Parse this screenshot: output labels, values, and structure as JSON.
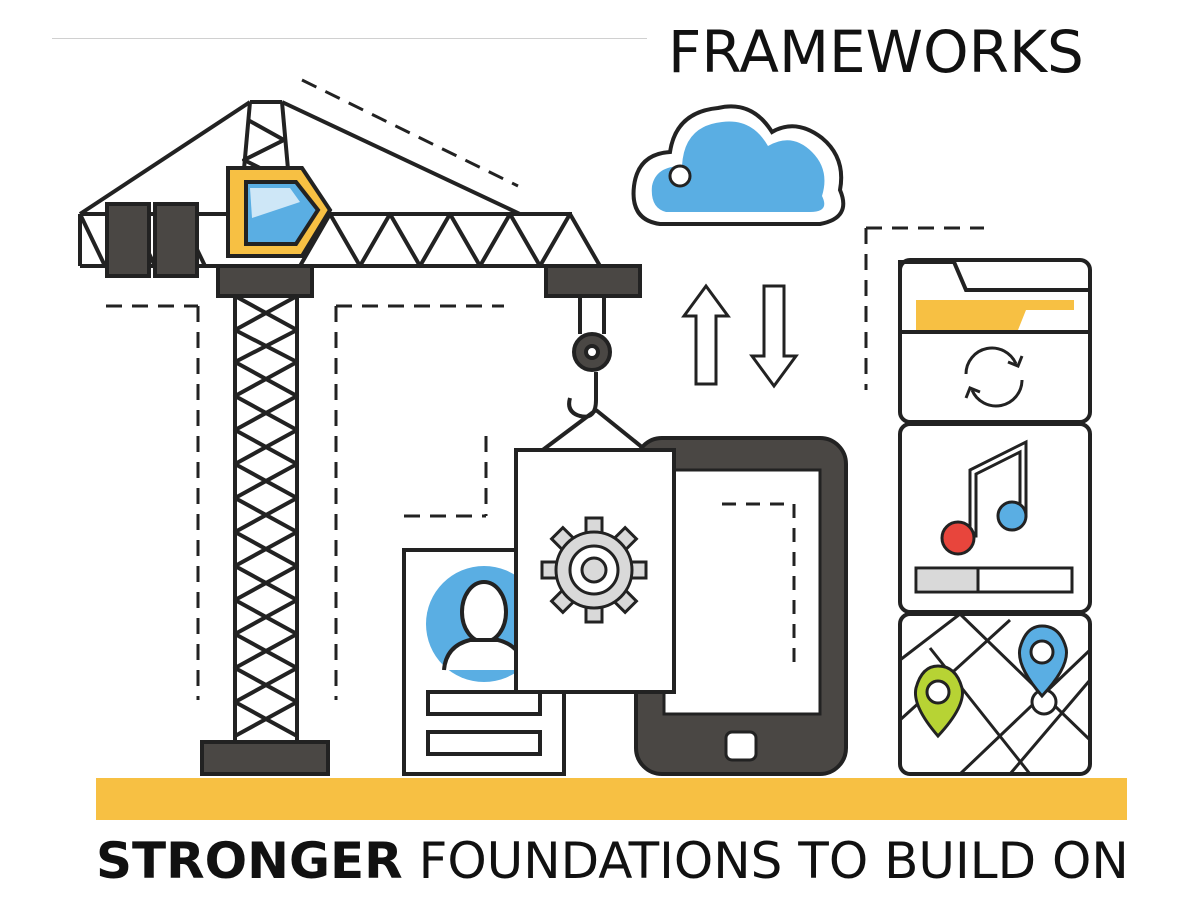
{
  "header": {
    "title": "FRAMEWORKS"
  },
  "footer": {
    "tagline_bold": "STRONGER",
    "tagline_rest": " FOUNDATIONS TO BUILD ON"
  },
  "illustration": {
    "icons": [
      "crane-icon",
      "cloud-icon",
      "upload-arrow-icon",
      "download-arrow-icon",
      "folder-sync-icon",
      "music-icon",
      "map-icon",
      "tablet-icon",
      "gear-card-icon",
      "profile-card-icon"
    ]
  },
  "colors": {
    "accent_yellow": "#F7C043",
    "sky_blue": "#5AAEE3",
    "dark_gray": "#4A4744",
    "music_red": "#E8453C",
    "pin_green": "#B7D334",
    "outline": "#222222"
  }
}
